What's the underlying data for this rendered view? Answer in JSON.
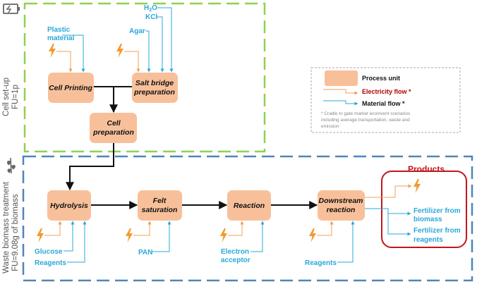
{
  "sections": {
    "cell_setup": {
      "label_line1": "Cell set-up",
      "label_line2": "FU=1p"
    },
    "waste_treatment": {
      "label_line1": "Waste biomass treatment",
      "label_line2": "FU=9.08g of biomass"
    }
  },
  "process_units": {
    "cell_printing": "Cell Printing",
    "salt_bridge_line1": "Salt bridge",
    "salt_bridge_line2": "preparation",
    "cell_prep_line1": "Cell",
    "cell_prep_line2": "preparation",
    "hydrolysis": "Hydrolysis",
    "felt_sat_line1": "Felt",
    "felt_sat_line2": "saturation",
    "reaction": "Reaction",
    "downstream_line1": "Downstream",
    "downstream_line2": "reaction"
  },
  "materials": {
    "plastic_line1": "Plastic",
    "plastic_line2": "material",
    "agar": "Agar",
    "kcl": "KCl",
    "h2o_main": "H",
    "h2o_sub": "2",
    "h2o_end": "O",
    "glucose": "Glucose",
    "reagents_1": "Reagents",
    "pan": "PAN",
    "electron_line1": "Electron",
    "electron_line2": "acceptor",
    "reagents_2": "Reagents"
  },
  "products": {
    "title": "Products",
    "fert_biomass_line1": "Fertilizer from",
    "fert_biomass_line2": "biomass",
    "fert_reagents_line1": "Fertilizer from",
    "fert_reagents_line2": "reagents"
  },
  "legend": {
    "process_unit": "Process unit",
    "electricity_flow": "Electricity flow *",
    "material_flow": "Material flow *",
    "note_line1": "* Cradle to gate market ecoinvent scenarios",
    "note_line2": "including average transportation, waste and",
    "note_line3": "emission"
  },
  "icons": [
    "battery-icon",
    "biomass-icon",
    "lightning-icon"
  ],
  "colors": {
    "process_fill": "#f8c09a",
    "electricity": "#f0a050",
    "material": "#29a8d8",
    "cell_setup_border": "#8fd14f",
    "waste_border": "#4f86b8",
    "products_border": "#c0161b",
    "lightning": "#f39a2c"
  }
}
